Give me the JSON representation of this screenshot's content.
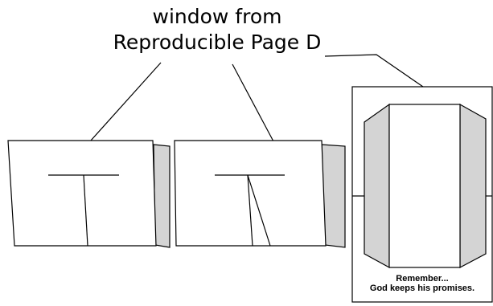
{
  "heading": {
    "line1": "window from",
    "line2": "Reproducible Page D"
  },
  "card_caption": {
    "line1": "Remember...",
    "line2": "God keeps his promises."
  },
  "colors": {
    "stroke": "#000000",
    "paper": "#ffffff",
    "shade": "#d4d4d4"
  }
}
